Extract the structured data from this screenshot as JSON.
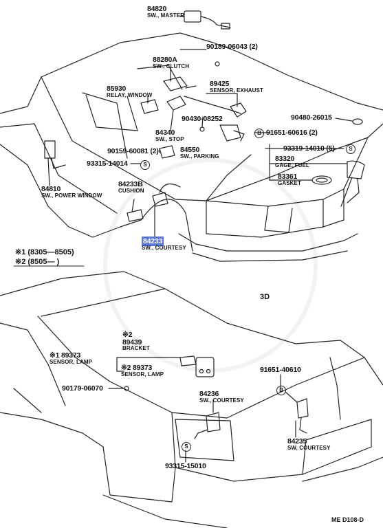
{
  "parts": {
    "p84820": {
      "num": "84820",
      "name": "SW., MASTER"
    },
    "p90189": {
      "num": "90189-06043 (2)"
    },
    "p88280A": {
      "num": "88280A",
      "name": "SW., CLUTCH"
    },
    "p89425": {
      "num": "89425",
      "name": "SENSOR, EXHAUST"
    },
    "p85930": {
      "num": "85930",
      "name": "RELAY, WINDOW"
    },
    "p90430": {
      "num": "90430-08252"
    },
    "p90480": {
      "num": "90480-26015"
    },
    "p91651a": {
      "num": "91651-60616 (2)"
    },
    "p84340": {
      "num": "84340",
      "name": "SW., STOP"
    },
    "p90159": {
      "num": "90159-60081 (2)"
    },
    "p84550": {
      "num": "84550",
      "name": "SW., PARKING"
    },
    "p93319": {
      "num": "93319-14010 (5)"
    },
    "p93315a": {
      "num": "93315-14014"
    },
    "p83320": {
      "num": "83320",
      "name": "GAGE, FUEL"
    },
    "p83361": {
      "num": "83361",
      "name": "GASKET"
    },
    "p84810": {
      "num": "84810",
      "name": "SW., POWER WINDOW"
    },
    "p84233B": {
      "num": "84233B",
      "name": "CUSHION"
    },
    "p84233": {
      "num": "84233",
      "name": "SW., COURTESY"
    },
    "p89439": {
      "mark": "※2",
      "num": "89439",
      "name": "BRACKET"
    },
    "p89373a": {
      "mark": "※1",
      "num": "89373",
      "name": "SENSOR, LAMP"
    },
    "p89373b": {
      "mark": "※2",
      "num": "89373",
      "name": "SENSOR, LAMP"
    },
    "p90179": {
      "num": "90179-06070"
    },
    "p91651b": {
      "num": "91651-40610"
    },
    "p84236": {
      "num": "84236",
      "name": "SW., COURTESY"
    },
    "p93315b": {
      "num": "93315-15010"
    },
    "p84235": {
      "num": "84235",
      "name": "SW, COURTESY"
    }
  },
  "notes": {
    "n1": "※1 (8305—8505)",
    "n2": "※2 (8505—       )"
  },
  "variant_label": "3D",
  "circle_marks": {
    "b": "B",
    "s": "S"
  },
  "footer": "ME  D108-D"
}
